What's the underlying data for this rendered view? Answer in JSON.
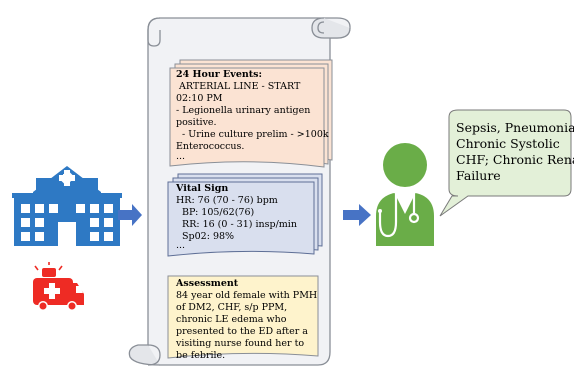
{
  "events_card": {
    "title": "24 Hour Events:",
    "lines": [
      " ARTERIAL LINE - START",
      "02:10 PM",
      "- Legionella urinary antigen",
      "positive.",
      "  - Urine culture prelim - >100k",
      "Enterococcus.",
      "..."
    ],
    "fill": "#fbe3d3"
  },
  "vitals_card": {
    "title": "Vital Sign",
    "lines": [
      "HR: 76 (70 - 76) bpm",
      "  BP: 105/62(76)",
      "  RR: 16 (0 - 31) insp/min",
      "  Sp02: 98%",
      "..."
    ],
    "fill": "#d9dfee"
  },
  "assessment_card": {
    "title": "Assessment",
    "body_lines": [
      "84 year old female with PMH",
      "of DM2, CHF, s/p PPM,",
      "chronic LE edema who",
      "presented to the ED after a",
      "visiting nurse found her to",
      "be febrile."
    ],
    "fill": "#fef3cc"
  },
  "speech_bubble": {
    "lines": [
      "Sepsis, Pneumonia;",
      "Chronic Systolic",
      "CHF; Chronic Renal",
      "Failure"
    ],
    "fill": "#e3f0d8"
  },
  "icons": {
    "hospital": "hospital-icon",
    "ambulance": "ambulance-icon",
    "doctor": "doctor-icon",
    "arrow": "right-arrow-icon"
  },
  "colors": {
    "hospital_blue": "#2e79c4",
    "ambulance_red": "#ee2b24",
    "doctor_green": "#6aad48",
    "arrow_blue": "#4773c5",
    "scroll_fill": "#f1f2f5",
    "scroll_stroke": "#8a8f97"
  }
}
